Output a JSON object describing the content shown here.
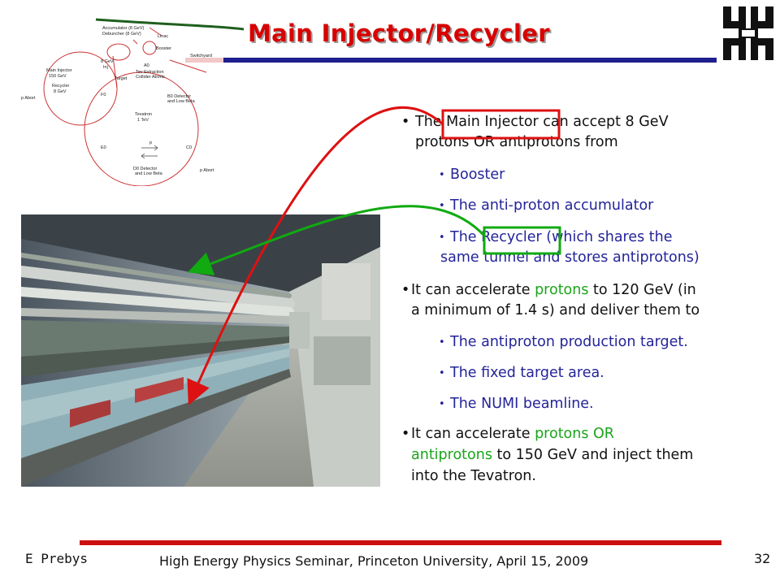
{
  "slide": {
    "title": "Main Injector/Recycler",
    "footer": {
      "author": "E Prebys",
      "event": "High Energy Physics Seminar, Princeton University, April 15, 2009",
      "page": "32"
    }
  },
  "diagram": {
    "accumulator": "Accumulator (8 GeV)",
    "debuncher": "Debuncher (8 GeV)",
    "linac": "Linac",
    "booster": "Booster",
    "switchyard": "Switchyard",
    "eight_gev_inj": "8 GeV",
    "inj": "Inj",
    "a0": "A0",
    "tev_extraction": "Tev Extraction",
    "collider_aborts": "Collider Aborts",
    "target": "Target",
    "main_injector": "Main Injector",
    "mi_energy": "150 GeV",
    "recycler": "Recycler",
    "rr_energy": "8 GeV",
    "p_abort_left": "p Abort",
    "f0": "F0",
    "b0_detector": "B0 Detector",
    "b0_lowbeta": "and Low Beta",
    "tevatron": "Tevatron",
    "tev_energy": "1 TeV",
    "e0": "E0",
    "c0": "C0",
    "d0_detector": "D0 Detector",
    "d0_lowbeta": "and Low Beta",
    "p_abort_right": "p Abort",
    "p": "p"
  },
  "bullets": {
    "b1_line1": "The Main Injector can accept 8 GeV",
    "b1_line2": "protons OR antiprotons from",
    "sub1": "Booster",
    "sub2": "The anti-proton accumulator",
    "sub3_line1": "The Recycler (which shares the",
    "sub3_line2": "same tunnel and stores antiprotons)",
    "b2_line1_a": "It can accelerate ",
    "b2_line1_b": "protons",
    "b2_line1_c": " to 120 GeV (in",
    "b2_line2": "a minimum of 1.4 s) and deliver them to",
    "sub4": "The antiproton production target.",
    "sub5": "The fixed target area.",
    "sub6": "The NUMI beamline.",
    "b3_line1_a": "It can accelerate ",
    "b3_line1_b": "protons OR",
    "b3_line2_a": "antiprotons",
    "b3_line2_b": " to 150 GeV and inject them",
    "b3_line3": "into the Tevatron."
  },
  "colors": {
    "title": "#d80000",
    "title_bar": "#1f1f8f",
    "sub_bullets": "#24249a",
    "highlight_green": "#1aa51a",
    "footer_bar": "#cc1010",
    "arrow_red": "#dd1111",
    "arrow_green": "#11aa11"
  }
}
